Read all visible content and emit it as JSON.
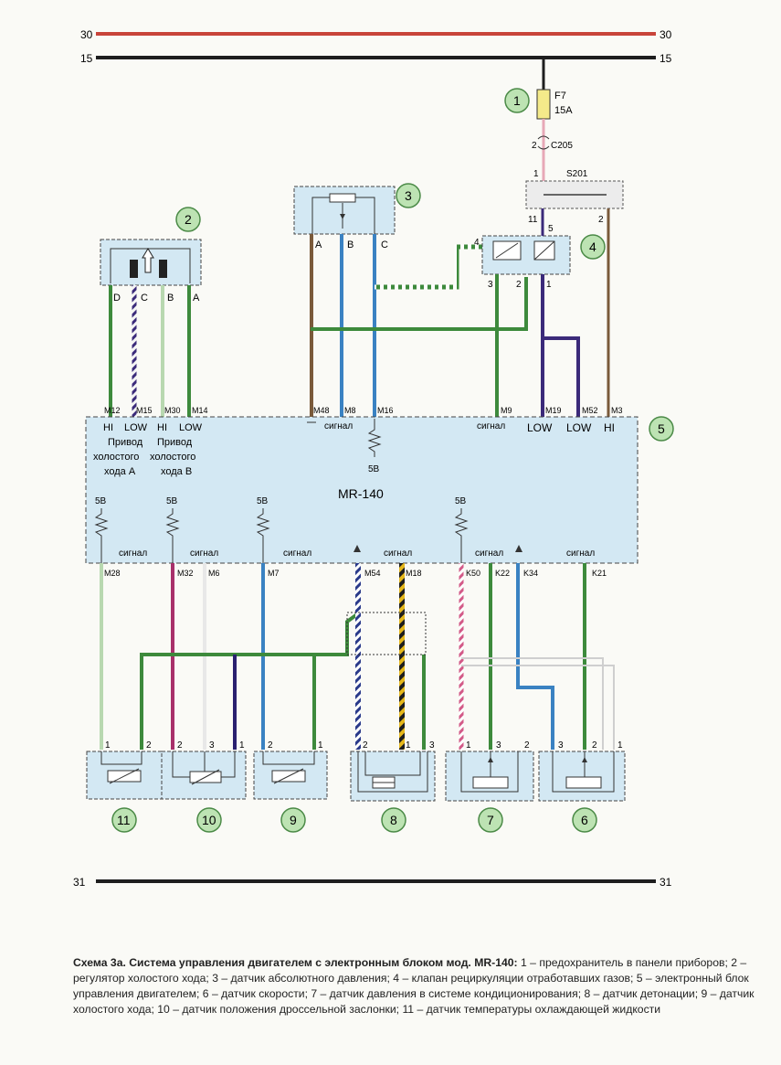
{
  "rails": {
    "r30_left": "30",
    "r30_right": "30",
    "r15_left": "15",
    "r15_right": "15",
    "r31_left": "31",
    "r31_right": "31"
  },
  "fuse": {
    "name": "F7",
    "rating": "15A",
    "connector": "C205",
    "pin_top": "2",
    "pin_bottom": "2"
  },
  "splice": {
    "name": "S201",
    "pin1": "1",
    "pin11": "11",
    "pin2": "2",
    "pin5": "5"
  },
  "components": {
    "c1": "1",
    "c2": "2",
    "c3": "3",
    "c4": "4",
    "c5": "5",
    "c6": "6",
    "c7": "7",
    "c8": "8",
    "c9": "9",
    "c10": "10",
    "c11": "11"
  },
  "idle_regulator_pins": [
    "D",
    "C",
    "B",
    "A"
  ],
  "map_sensor_pins": [
    "A",
    "B",
    "C"
  ],
  "egr_pins": {
    "p4": "4",
    "p3": "3",
    "p2": "2",
    "p1": "1"
  },
  "ecu": {
    "model": "MR-140",
    "top_pins": [
      "M12",
      "M15",
      "M30",
      "M14",
      "M48",
      "M8",
      "M16",
      "M9",
      "M19",
      "M52",
      "M3"
    ],
    "top_labels": {
      "hi1": "HI",
      "low1": "LOW",
      "hi2": "HI",
      "low2": "LOW",
      "m8_signal": "сигнал",
      "m9_signal": "сигнал",
      "m19_low": "LOW",
      "m52_low": "LOW",
      "m3_hi": "HI",
      "idle_a": [
        "Привод",
        "холостого",
        "хода А"
      ],
      "idle_b": [
        "Привод",
        "холостого",
        "хода В"
      ],
      "v5_top": "5В"
    },
    "bottom_pins": [
      "M28",
      "M32",
      "M6",
      "M7",
      "M54",
      "M18",
      "K50",
      "K22",
      "K34",
      "K21"
    ],
    "bottom_labels": {
      "v5_a": "5В",
      "v5_b": "5В",
      "v5_c": "5В",
      "v5_d": "5В",
      "sig_a": "сигнал",
      "sig_b": "сигнал",
      "sig_c": "сигнал",
      "sig_d": "сигнал",
      "sig_e": "сигнал",
      "sig_f": "сигнал"
    }
  },
  "sensor_pins": {
    "s11": [
      "1",
      "2"
    ],
    "s10": [
      "2",
      "3",
      "1"
    ],
    "s9": [
      "2",
      "1"
    ],
    "s8": [
      "2",
      "1",
      "3"
    ],
    "s7": [
      "1",
      "3",
      "2"
    ],
    "s6": [
      "3",
      "2",
      "1"
    ]
  },
  "caption": {
    "title": "Схема 3а. Система управления двигателем с электронным блоком мод. MR-140:",
    "text": " 1 – предохранитель в панели приборов; 2 – регулятор холостого хода; 3 – датчик абсолютного давления; 4 – клапан рециркуляции отработавших газов; 5 – электронный блок управления двигателем; 6 – датчик скорости; 7 – датчик давления в системе кондиционирования; 8 – датчик детонации; 9 – датчик холостого хода; 10 – датчик положения дроссельной заслонки; 11 – датчик температуры охлаждающей жидкости"
  },
  "colors": {
    "rail30": "#c8443a",
    "rail15": "#1e1e1e",
    "green": "#3d8a3c",
    "blue": "#3a82c2",
    "brown": "#7a5a3a",
    "violet": "#3b2a7a",
    "box": "#d3e8f3",
    "pink": "#c8457a",
    "yellow": "#e6c21c"
  }
}
